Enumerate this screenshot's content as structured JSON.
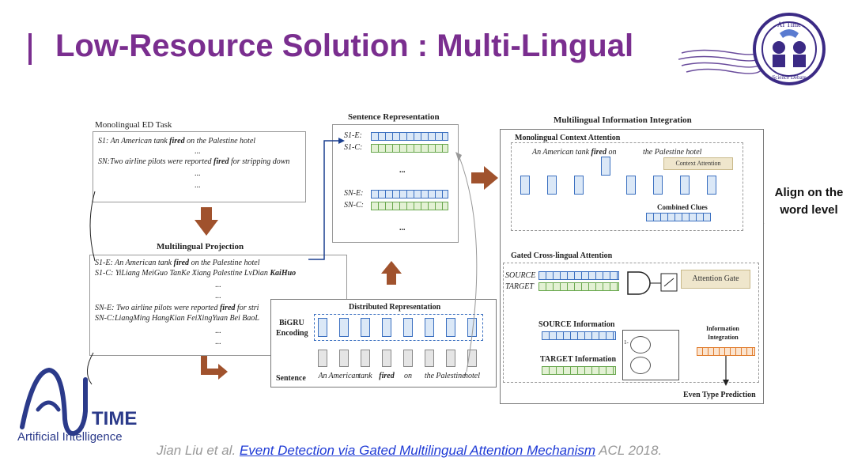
{
  "slide": {
    "title": "Low-Resource Solution : Multi-Lingual"
  },
  "diagram": {
    "mono_task": {
      "label": "Monolingual ED Task",
      "s1": "S1: An American tank ",
      "s1_bold": "fired",
      "s1_tail": " on the Palestine hotel",
      "sn": "SN:Two airline pilots were reported ",
      "sn_bold": "fired",
      "sn_tail": " for stripping down",
      "dots": "..."
    },
    "multi_proj": {
      "label": "Multilingual Projection",
      "l1": "S1-E: An American tank ",
      "l1_bold": "fired",
      "l1_tail": " on the Palestine hotel",
      "l2": "S1-C: YiLiang MeiGuo TanKe Xiang Palestine LvDian ",
      "l2_bold": "KaiHuo",
      "l3": "SN-E: Two airline pilots were reported ",
      "l3_bold": "fired",
      "l3_tail": " for stri",
      "l4": "SN-C:LiangMing HangKian FeiXingYuan Bei BaoL",
      "dots": "..."
    },
    "sentence_rep": {
      "label": "Sentence Representation",
      "s1e": "S1-E:",
      "s1c": "S1-C:",
      "sne": "SN-E:",
      "snc": "SN-C:",
      "dots": "..."
    },
    "distributed": {
      "label": "Distributed Representation",
      "bigru": "BiGRU",
      "encoding": "Encoding",
      "sentence": "Sentence",
      "words": [
        "An",
        "American",
        "tank",
        "fired",
        "on",
        "the",
        "Palestine",
        "hotel"
      ]
    },
    "integration": {
      "label": "Multilingual Information Integration",
      "mono_ctx": "Monolingual Context Attention",
      "ctx_sentence_a": "An American tank ",
      "ctx_sentence_bold": "fired",
      "ctx_sentence_b": " on",
      "ctx_sentence_c": "the Palestine hotel",
      "context_attention": "Context Attention",
      "combined_clues": "Combined Clues",
      "gated": "Gated Cross-lingual Attention",
      "source": "SOURCE",
      "target": "TARGET",
      "attention_gate": "Attention Gate",
      "source_info": "SOURCE Information",
      "target_info": "TARGET Information",
      "info_integration_1": "Information",
      "info_integration_2": "Integration",
      "even_type": "Even Type Prediction",
      "gate_one_minus": "1-"
    },
    "callout": {
      "line1": "Align on the",
      "line2": "word level"
    }
  },
  "logo": {
    "time": "TIME",
    "ai": "Artificial Intelligence",
    "badge_top": "AI Time",
    "badge_bottom": "Science Debate"
  },
  "footer": {
    "authors": "Jian Liu et al. ",
    "paper_title": "Event Detection via Gated Multilingual Attention Mechanism",
    "venue": " ACL 2018."
  },
  "colors": {
    "title": "#7a2e8f",
    "arrow": "#a0522d",
    "link": "#1f3bd6"
  }
}
